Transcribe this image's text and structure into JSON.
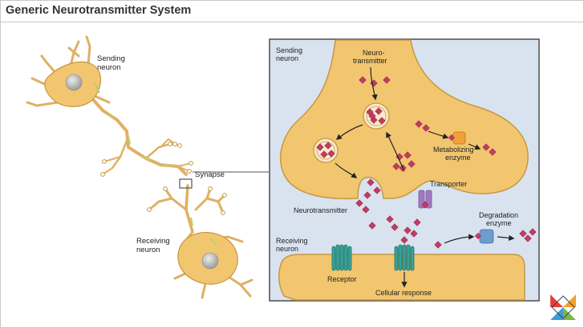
{
  "title": "Generic Neurotransmitter System",
  "left_panel": {
    "sending_neuron": [
      "Sending",
      "neuron"
    ],
    "synapse": "Synapse",
    "receiving_neuron": [
      "Receiving",
      "neuron"
    ]
  },
  "inset": {
    "sending_neuron": [
      "Sending",
      "neuron"
    ],
    "neurotransmitter_top": [
      "Neuro-",
      "transmitter"
    ],
    "metabolizing_enzyme": [
      "Metabolizing",
      "enzyme"
    ],
    "transporter": "Transporter",
    "neurotransmitter": "Neurotransmitter",
    "degradation_enzyme": [
      "Degradation",
      "enzyme"
    ],
    "receiving_neuron": [
      "Receiving",
      "neuron"
    ],
    "receptor": "Receptor",
    "cellular_response": "Cellular response"
  },
  "colors": {
    "neuron_fill": "#f1c66f",
    "neuron_stroke": "#c69745",
    "inset_bg": "#d9e3f0",
    "molecule": "#c53a63",
    "receptor": "#3aa197",
    "transporter": "#a27ac0",
    "enzyme_orange": "#f0a23a",
    "enzyme_blue": "#6e9ccf"
  }
}
